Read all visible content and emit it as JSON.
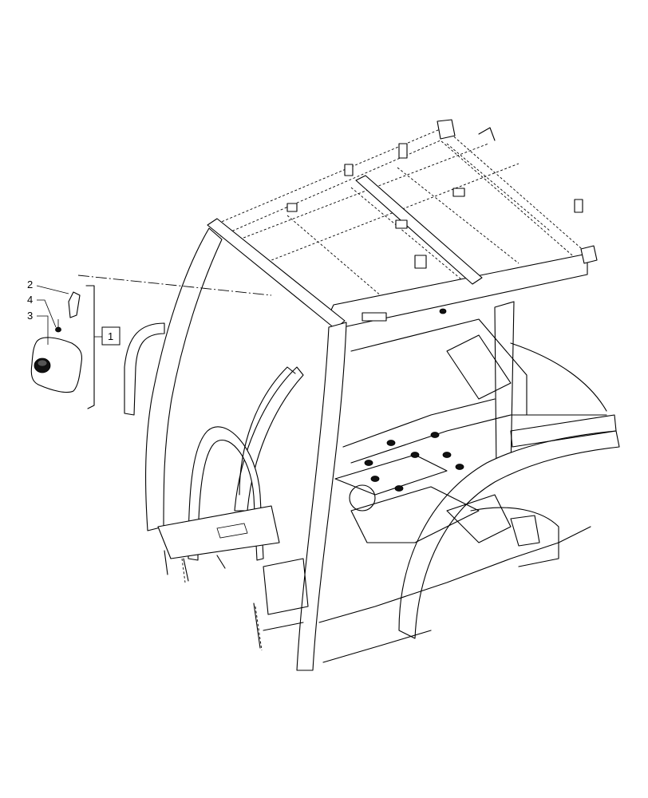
{
  "callouts": {
    "item_2": "2",
    "item_4": "4",
    "item_3": "3",
    "item_1": "1"
  }
}
